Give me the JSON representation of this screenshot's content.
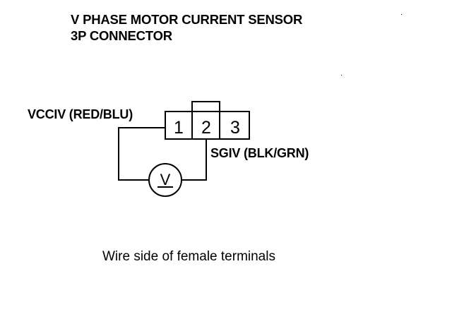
{
  "title": {
    "line1": "V PHASE MOTOR CURRENT SENSOR",
    "line2": "3P CONNECTOR"
  },
  "connector": {
    "pins": [
      "1",
      "2",
      "3"
    ]
  },
  "wires": {
    "left": "VCCIV (RED/BLU)",
    "right": "SGIV (BLK/GRN)"
  },
  "meter": {
    "symbol": "V"
  },
  "caption": "Wire side of female terminals"
}
